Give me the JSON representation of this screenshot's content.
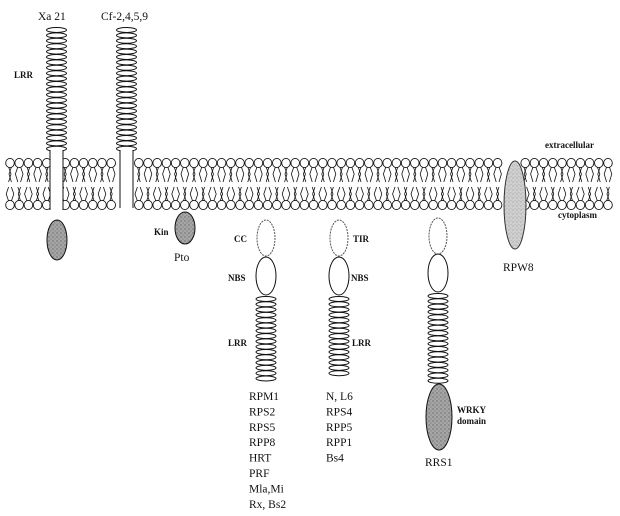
{
  "membrane": {
    "extracellular_label": "extracellular",
    "cytoplasm_label": "cytoplasm"
  },
  "proteins": {
    "xa21": {
      "name": "Xa 21",
      "domain_label": "LRR"
    },
    "cf": {
      "name": "Cf-2,4,5,9"
    },
    "pto": {
      "name": "Pto",
      "domain_label": "Kin"
    },
    "rpm1_group": {
      "domain_labels": {
        "cc": "CC",
        "nbs": "NBS",
        "lrr": "LRR"
      },
      "members": [
        "RPM1",
        "RPS2",
        "RPS5",
        "RPP8",
        "HRT",
        "PRF",
        "Mla,Mi",
        "Rx, Bs2"
      ]
    },
    "n_group": {
      "domain_labels": {
        "tir": "TIR",
        "nbs": "NBS",
        "lrr": "LRR"
      },
      "members": [
        "N, L6",
        "RPS4",
        "RPP5",
        "RPP1",
        "Bs4"
      ]
    },
    "rrs1": {
      "name": "RRS1",
      "domain_label_1": "WRKY",
      "domain_label_2": "domain"
    },
    "rpw8": {
      "name": "RPW8"
    }
  },
  "colors": {
    "line": "#111111",
    "gray_fill": "#9a9a9a",
    "light_fill": "#d0d0d0",
    "background": "#ffffff"
  }
}
